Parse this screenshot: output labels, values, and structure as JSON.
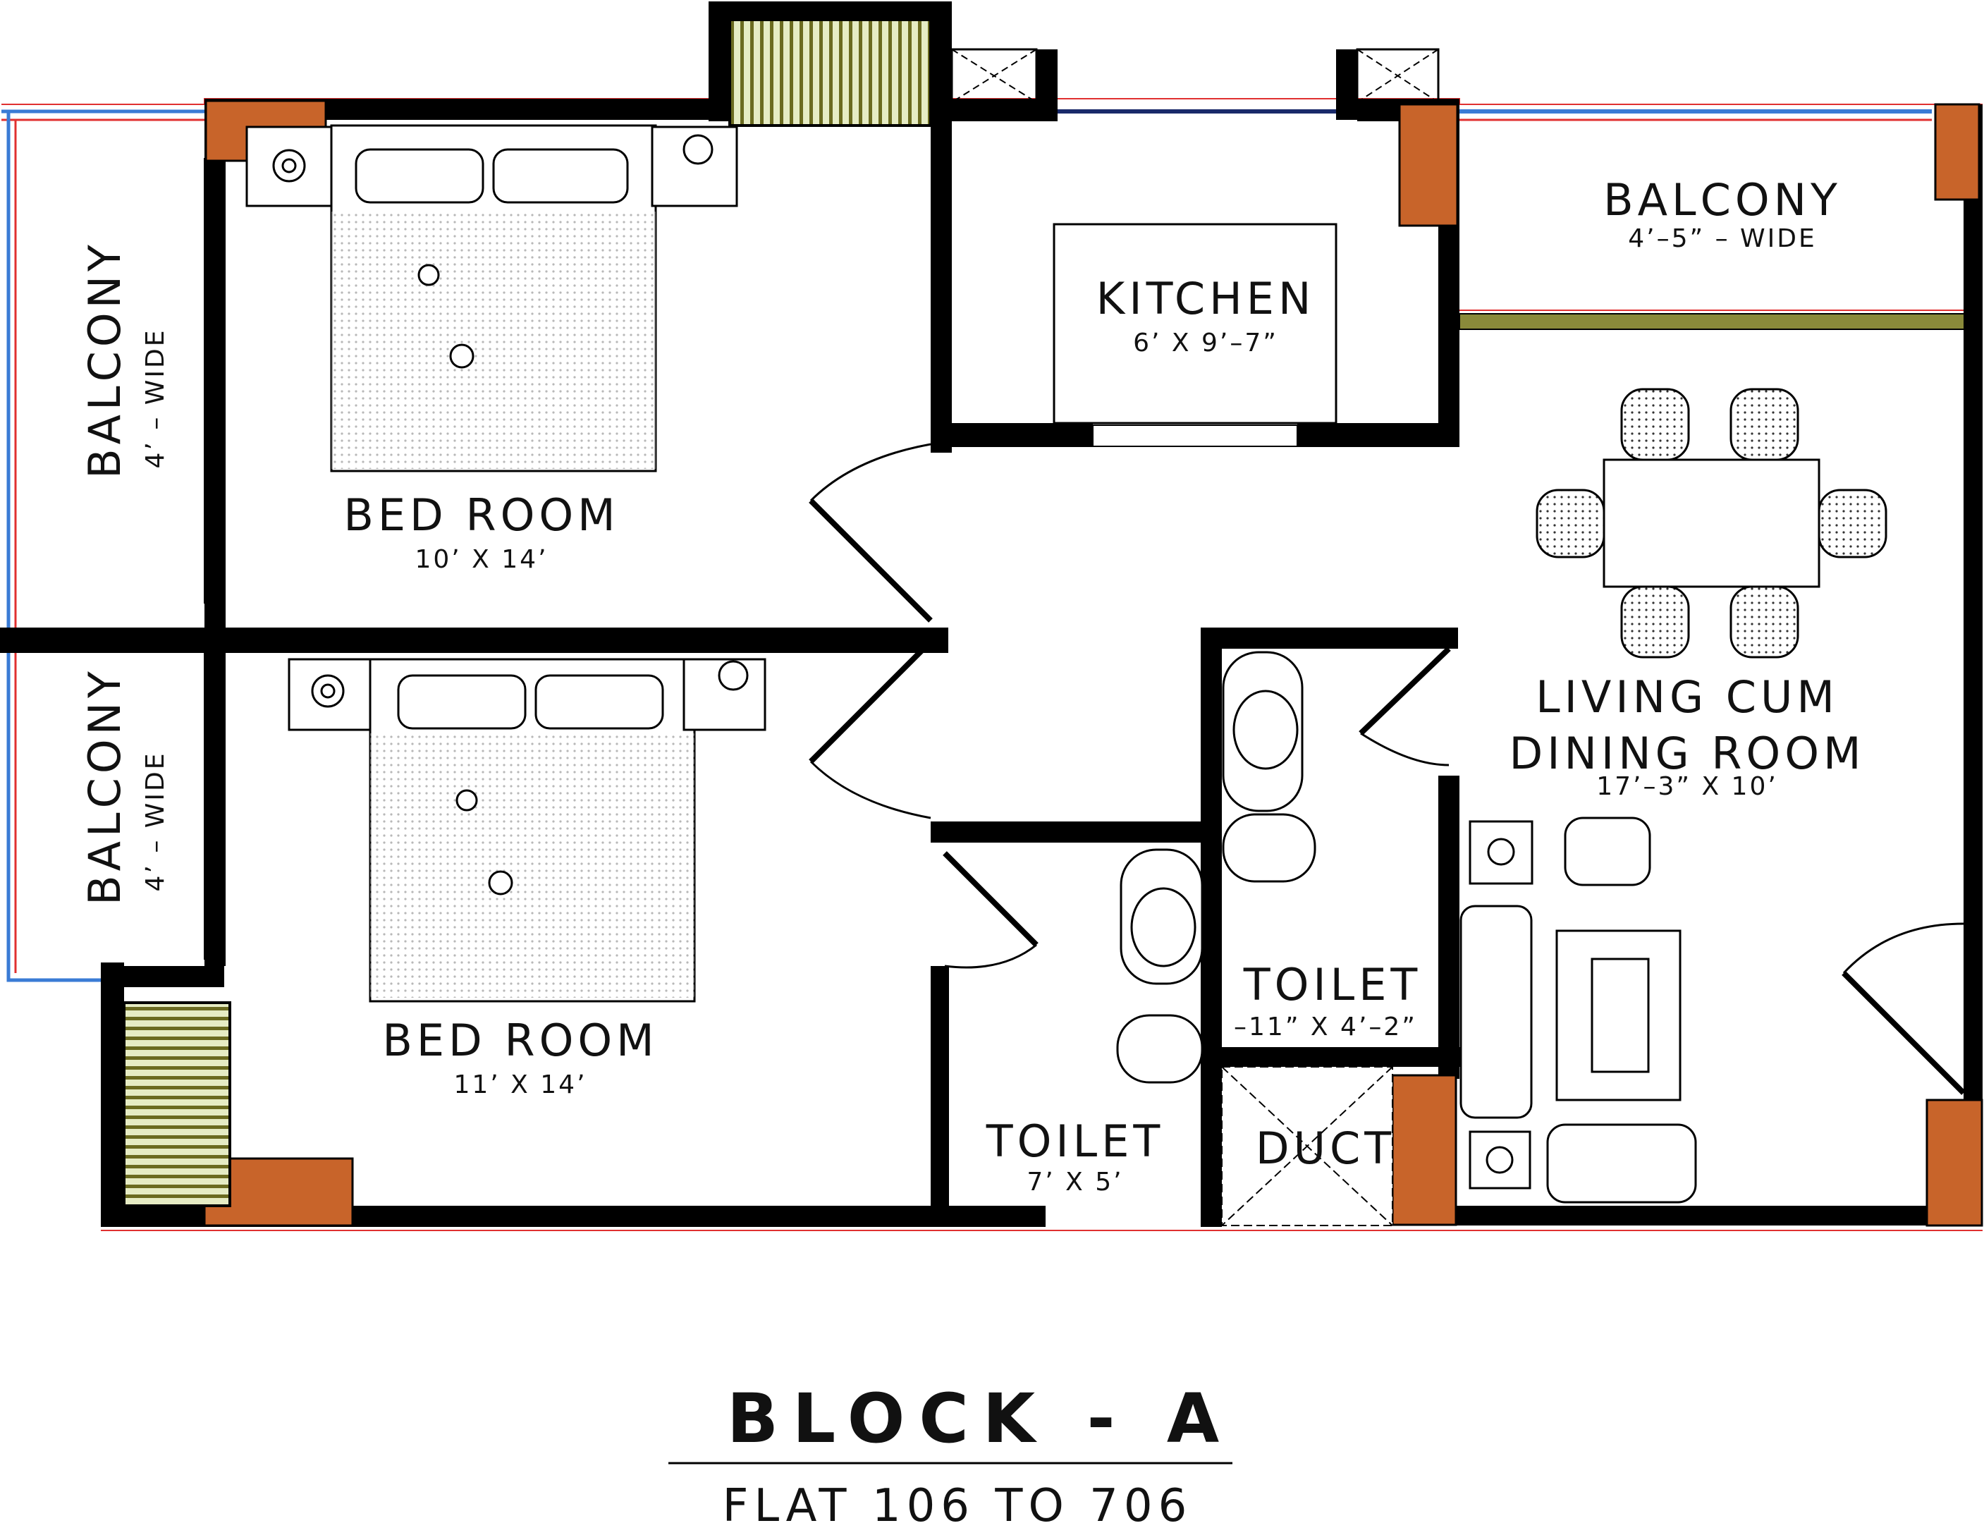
{
  "rooms": {
    "bed1": {
      "name": "BED ROOM",
      "size": "10’ X 14’"
    },
    "bed2": {
      "name": "BED ROOM",
      "size": "11’ X 14’"
    },
    "kitchen": {
      "name": "KITCHEN",
      "size": "6’ X 9’–7”"
    },
    "balcony_top": {
      "name": "BALCONY",
      "size": "4’–5” – WIDE"
    },
    "balcony_left1": {
      "name": "BALCONY",
      "size": "4’ – WIDE"
    },
    "balcony_left2": {
      "name": "BALCONY",
      "size": "4’ – WIDE"
    },
    "living": {
      "name_line1": "LIVING CUM",
      "name_line2": "DINING ROOM",
      "size": "17’–3” X 10’"
    },
    "toilet1": {
      "name": "TOILET",
      "size": "7’ X 5’"
    },
    "toilet2": {
      "name": "TOILET",
      "size": "–11” X 4’–2”"
    },
    "duct": {
      "name": "DUCT"
    }
  },
  "title": {
    "block": "BLOCK - A",
    "flats": "FLAT 106 TO 706"
  },
  "colors": {
    "wall": "#000000",
    "column": "#c8642a",
    "railing": "#6b6b20",
    "outline": "#e03030",
    "blue_line": "#3a7bd5"
  }
}
